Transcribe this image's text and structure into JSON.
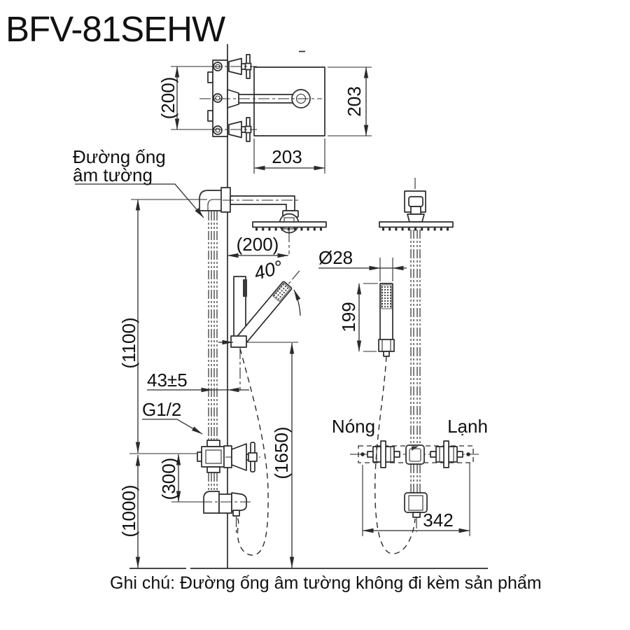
{
  "title": "BFV-81SEHW",
  "note": "Ghi chú: Đường ống âm tường không đi kèm sản phẩm",
  "labels": {
    "concealed_pipe_1": "Đường ống",
    "concealed_pipe_2": "âm tường",
    "hot": "Nóng",
    "cold": "Lạnh"
  },
  "dimensions": {
    "plan_port_spacing": "(200)",
    "plan_head_width": "203",
    "plan_head_depth": "203",
    "arm_projection": "(200)",
    "handshower_angle": "40°",
    "handshower_diameter": "Ø28",
    "handshower_length": "199",
    "riser_height": "(1100)",
    "pipe_wall_offset": "43±5",
    "inlet_thread": "G1/2",
    "holder_height": "(1650)",
    "spout_offset": "(300)",
    "valve_height": "(1000)",
    "valve_width": "342"
  },
  "colors": {
    "line": "#2b2b2b",
    "text": "#111111",
    "background": "#ffffff"
  }
}
